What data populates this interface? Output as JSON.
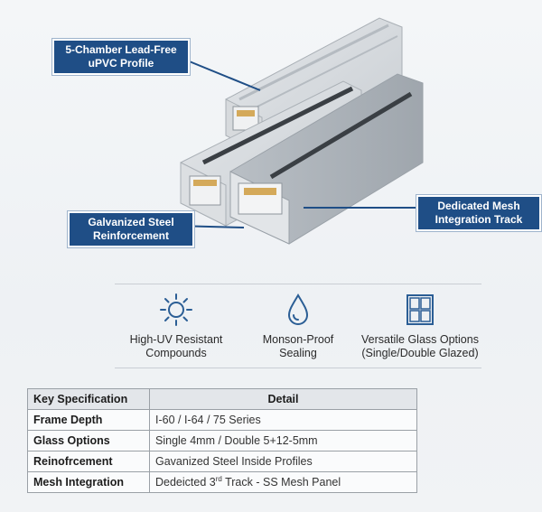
{
  "callouts": {
    "profile": [
      "5-Chamber Lead-Free",
      "uPVC Profile"
    ],
    "steel": [
      "Galvanized Steel",
      "Reinforcement"
    ],
    "mesh": [
      "Dedicated Mesh",
      "Integration Track"
    ]
  },
  "features": [
    {
      "icon": "sun-icon",
      "lines": [
        "High-UV Resistant",
        "Compounds"
      ]
    },
    {
      "icon": "water-drop-icon",
      "lines": [
        "Monson-Proof",
        "Sealing"
      ]
    },
    {
      "icon": "window-icon",
      "lines": [
        "Versatile Glass Options",
        "(Single/Double Glazed)"
      ]
    }
  ],
  "table": {
    "headers": [
      "Key Specification",
      "Detail"
    ],
    "rows": [
      [
        "Frame Depth",
        "I-60 / I-64 / 75 Series"
      ],
      [
        "Glass Options",
        "Single 4mm / Double 5+12-5mm"
      ],
      [
        "Reinofrcement",
        "Gavanized Steel Inside Profiles"
      ],
      [
        "Mesh Integration",
        "Dedeicted 3rd Track - SS Mesh Panel"
      ]
    ]
  },
  "colors": {
    "accent": "#1f4e86",
    "icon": "#2b5e95"
  }
}
